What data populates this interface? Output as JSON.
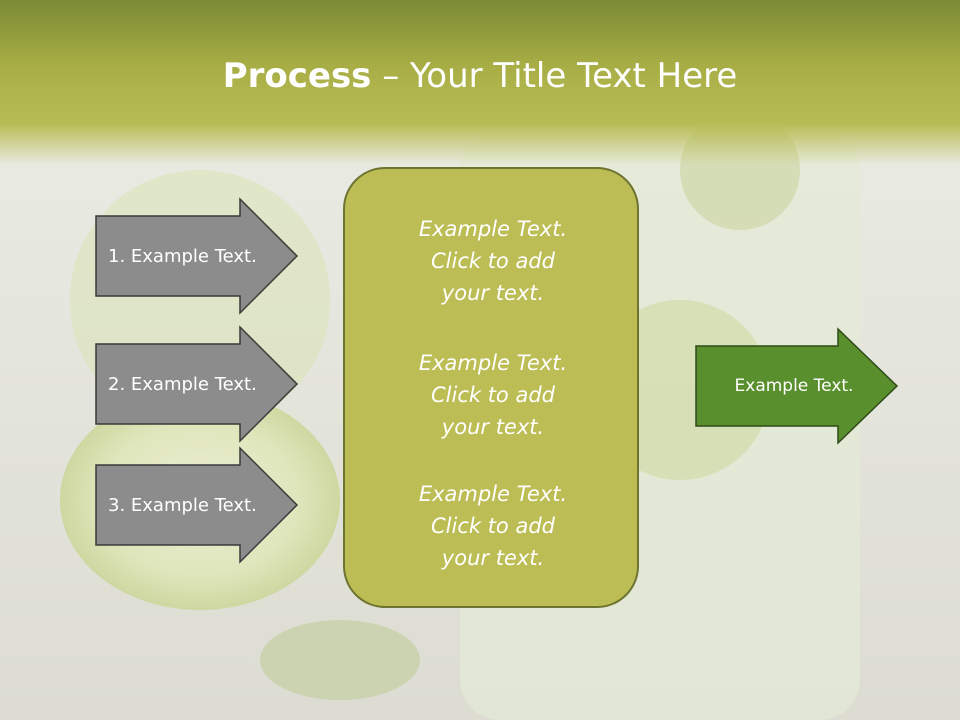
{
  "title": {
    "bold": "Process",
    "rest": " – Your Title Text Here"
  },
  "left_steps": [
    {
      "label": "1. Example Text."
    },
    {
      "label": "2. Example Text."
    },
    {
      "label": "3. Example Text."
    }
  ],
  "center_panel": {
    "paragraphs": [
      {
        "line1": "Example Text.",
        "line2": "Click  to add",
        "line3": "your text."
      },
      {
        "line1": "Example Text.",
        "line2": "Click  to add",
        "line3": "your text."
      },
      {
        "line1": "Example Text.",
        "line2": "Click  to add",
        "line3": "your text."
      }
    ]
  },
  "right_arrow": {
    "label": "Example Text."
  },
  "colors": {
    "banner": "#a8ae45",
    "gray_arrow": "#8c8c8c",
    "panel": "#bdbd55",
    "green_arrow": "#5a8f2e"
  }
}
